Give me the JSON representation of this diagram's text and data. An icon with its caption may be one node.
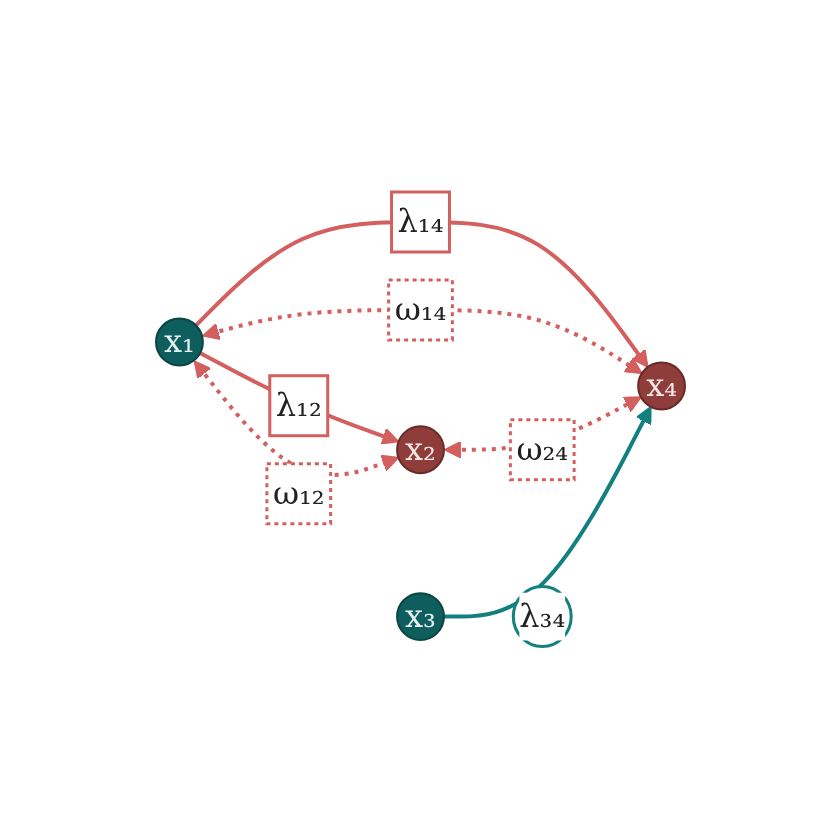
{
  "diagram": {
    "nodes": [
      {
        "text": [
          "x₁"
        ]
      },
      {
        "text": [
          "x₂"
        ]
      },
      {
        "text": [
          "x₃"
        ]
      },
      {
        "text": [
          "x₄"
        ]
      }
    ],
    "edges": [
      {
        "from": 0,
        "to": 1,
        "arrow": "to",
        "label": "λ₁₂"
      },
      {
        "from": 0,
        "to": 1,
        "arrow": "both",
        "label": "ω₁₂",
        "style": "dashed"
      },
      {
        "from": 0,
        "to": 3,
        "arrow": "to",
        "label": "λ₁₄"
      },
      {
        "from": 0,
        "to": 3,
        "arrow": "both",
        "label": "ω₁₄",
        "style": "dashed"
      },
      {
        "from": 1,
        "to": 3,
        "arrow": "both",
        "label": "ω₂₄",
        "style": "dashed"
      },
      {
        "from": 2,
        "to": 3,
        "arrow": "to",
        "label": "λ₃₄",
        "color": "#138080"
      }
    ]
  }
}
